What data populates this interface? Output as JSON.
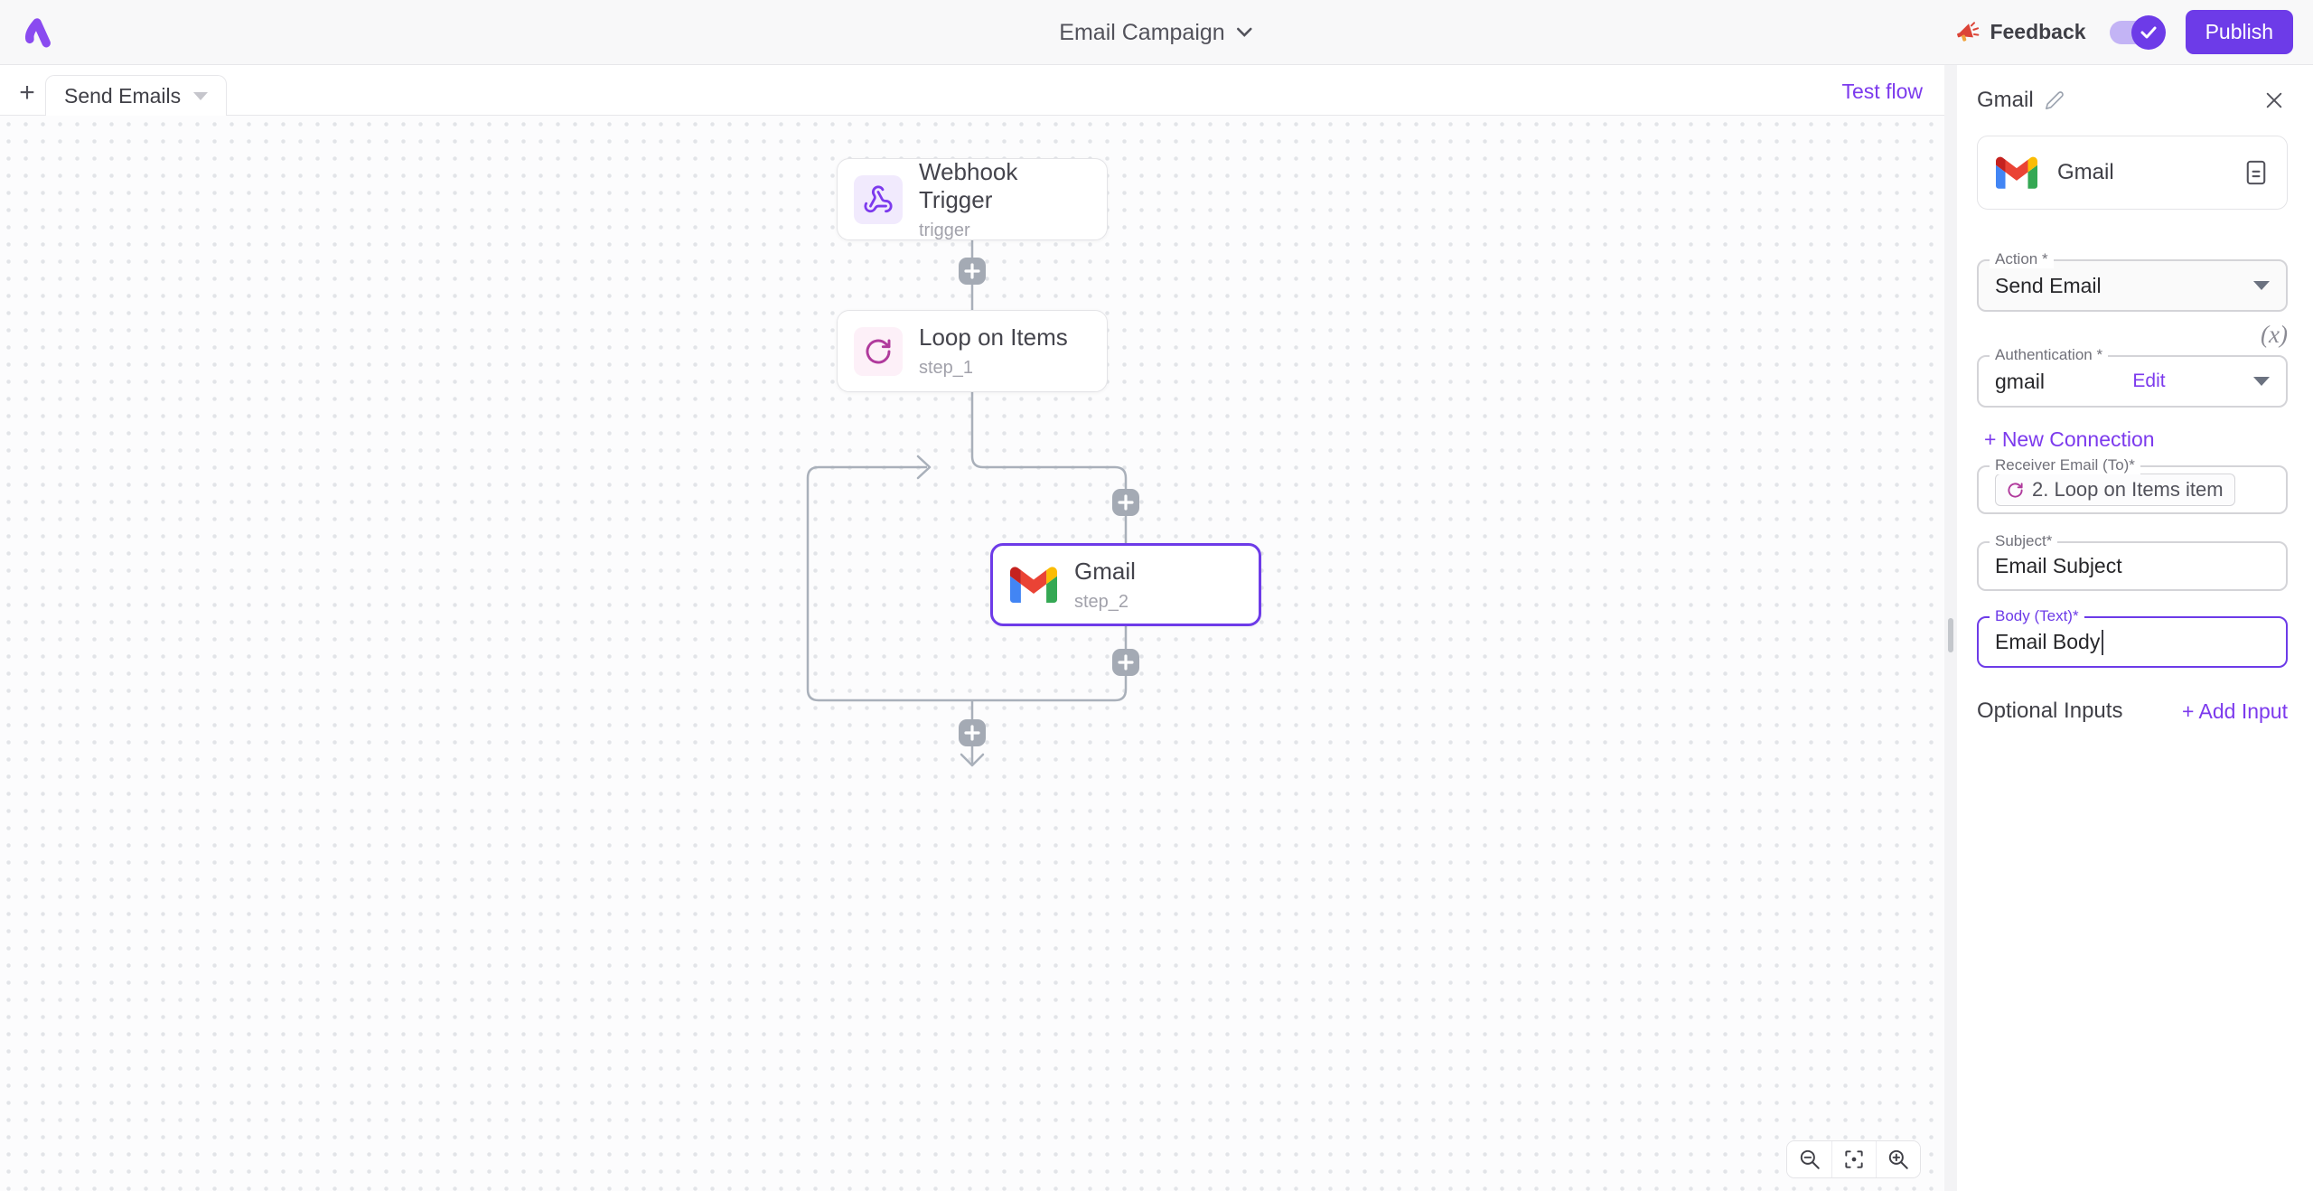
{
  "header": {
    "title": "Email Campaign",
    "feedback_label": "Feedback",
    "publish_label": "Publish"
  },
  "tabs": {
    "active_tab": "Send Emails",
    "test_flow": "Test flow"
  },
  "flow": {
    "nodes": [
      {
        "title": "Webhook Trigger",
        "subtitle": "trigger",
        "icon": "webhook-icon"
      },
      {
        "title": "Loop on Items",
        "subtitle": "step_1",
        "icon": "loop-icon"
      },
      {
        "title": "Gmail",
        "subtitle": "step_2",
        "icon": "gmail-icon",
        "selected": true
      }
    ]
  },
  "panel": {
    "title": "Gmail",
    "piece_name": "Gmail",
    "action_label": "Action *",
    "action_value": "Send Email",
    "variable_icon": "(x)",
    "auth_label": "Authentication *",
    "auth_value": "gmail",
    "auth_edit": "Edit",
    "new_connection": "+ New Connection",
    "receiver_label": "Receiver Email (To)*",
    "receiver_chip": "2. Loop on Items item",
    "subject_label": "Subject*",
    "subject_value": "Email Subject",
    "body_label": "Body (Text)*",
    "body_value": "Email Body",
    "optional_inputs": "Optional Inputs",
    "add_input": "+ Add Input"
  },
  "colors": {
    "accent": "#6d3be8",
    "link": "#7c3aed",
    "edge": "#a9b0ba",
    "webhook_icon": "#7c3aed",
    "loop_icon": "#b03a9c",
    "gmail_blue": "#4285f4",
    "gmail_green": "#34a853",
    "gmail_yellow": "#fbbc04",
    "gmail_red": "#ea4335",
    "gmail_dark_red": "#c5221f"
  }
}
